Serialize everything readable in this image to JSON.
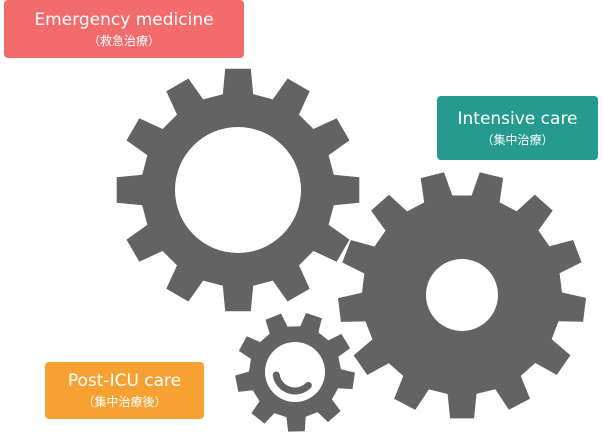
{
  "colors": {
    "gear": "#636363",
    "background": "#ffffff",
    "emergency": "#f46b6b",
    "intensive": "#249b8e",
    "post_icu": "#f7a133"
  },
  "labels": {
    "emergency": {
      "title": "Emergency medicine",
      "subtitle": "（救急治療）"
    },
    "intensive": {
      "title": "Intensive care",
      "subtitle": "（集中治療）"
    },
    "post_icu": {
      "title": "Post-ICU care",
      "subtitle": "（集中治療後）"
    }
  }
}
